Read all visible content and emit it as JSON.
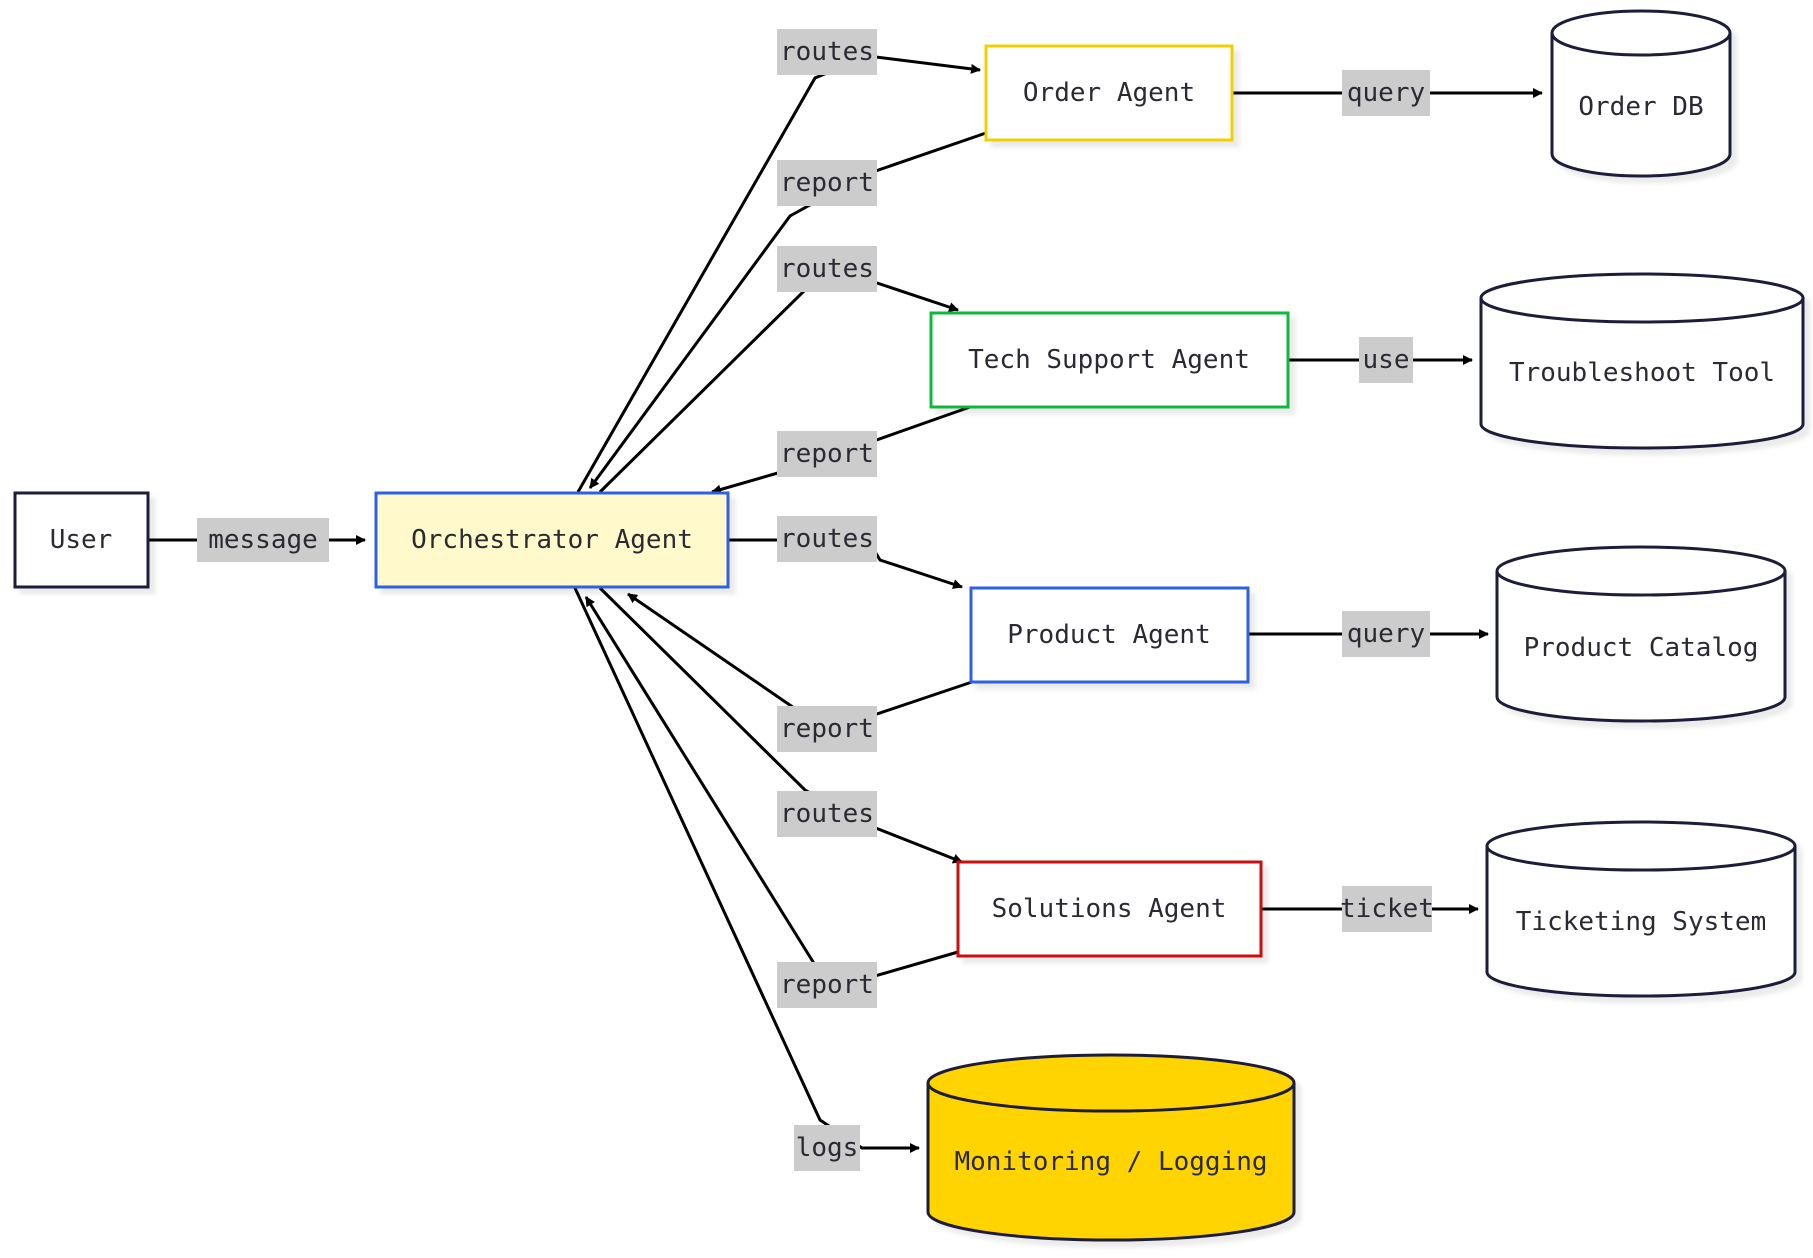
{
  "nodes": {
    "user": {
      "label": "User",
      "border": "#1f1f3a"
    },
    "orchestrator": {
      "label": "Orchestrator Agent",
      "border": "#2e61e6",
      "fill": "#fff9cc"
    },
    "order_agent": {
      "label": "Order Agent",
      "border": "#f0d000"
    },
    "tech_agent": {
      "label": "Tech Support Agent",
      "border": "#10b83a"
    },
    "product_agent": {
      "label": "Product Agent",
      "border": "#2e61e6"
    },
    "solutions_agent": {
      "label": "Solutions Agent",
      "border": "#cc0d0d"
    },
    "order_db": {
      "label": "Order DB"
    },
    "troubleshoot_tool": {
      "label": "Troubleshoot Tool"
    },
    "product_catalog": {
      "label": "Product Catalog"
    },
    "ticketing_system": {
      "label": "Ticketing System"
    },
    "monitoring": {
      "label": "Monitoring / Logging",
      "fill": "#ffd400"
    }
  },
  "edges": {
    "message": "message",
    "routes_order": "routes",
    "report_order": "report",
    "routes_tech": "routes",
    "report_tech": "report",
    "routes_product": "routes",
    "report_product": "report",
    "routes_solutions": "routes",
    "report_solutions": "report",
    "logs": "logs",
    "query_order": "query",
    "use_tool": "use",
    "query_product": "query",
    "ticket": "ticket"
  },
  "colors": {
    "edge": "#000000",
    "edge_label_bg": "#cccccc",
    "node_text": "#2a2a33"
  }
}
